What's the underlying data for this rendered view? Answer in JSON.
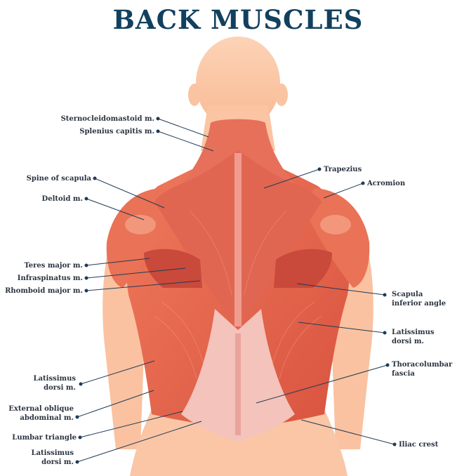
{
  "title": "BACK MUSCLES",
  "labels_left": [
    {
      "key": "sternocleidomastoid",
      "text": "Sternocleidomastoid m."
    },
    {
      "key": "splenius",
      "text": "Splenius capitis m."
    },
    {
      "key": "spine-scapula",
      "text": "Spine of scapula"
    },
    {
      "key": "deltoid",
      "text": "Deltoid m."
    },
    {
      "key": "teres-major",
      "text": "Teres major m."
    },
    {
      "key": "infraspinatus",
      "text": "Infraspinatus m."
    },
    {
      "key": "rhomboid",
      "text": "Rhomboid major m."
    },
    {
      "key": "latissimus-left-1",
      "line1": "Latissimus",
      "line2": "dorsi m."
    },
    {
      "key": "external-oblique",
      "line1": "External oblique",
      "line2": "abdominal m."
    },
    {
      "key": "lumbar-triangle",
      "text": "Lumbar triangle"
    },
    {
      "key": "latissimus-left-2",
      "line1": "Latissimus",
      "line2": "dorsi m."
    }
  ],
  "labels_right": [
    {
      "key": "trapezius",
      "text": "Trapezius"
    },
    {
      "key": "acromion",
      "text": "Acromion"
    },
    {
      "key": "scapula-angle",
      "line1": "Scapula",
      "line2": "inferior angle"
    },
    {
      "key": "latissimus-right",
      "line1": "Latissimus",
      "line2": "dorsi m."
    },
    {
      "key": "thoracolumbar",
      "line1": "Thoracolumbar",
      "line2": "fascia"
    },
    {
      "key": "iliac-crest",
      "text": "Iliac crest"
    }
  ],
  "colors": {
    "title": "#12405f",
    "skin": "#fbc7a5",
    "muscle": "#e86a4f",
    "muscle_dark": "#c9453a",
    "fascia": "#f7c7c0",
    "leader": "#1f3b57"
  }
}
